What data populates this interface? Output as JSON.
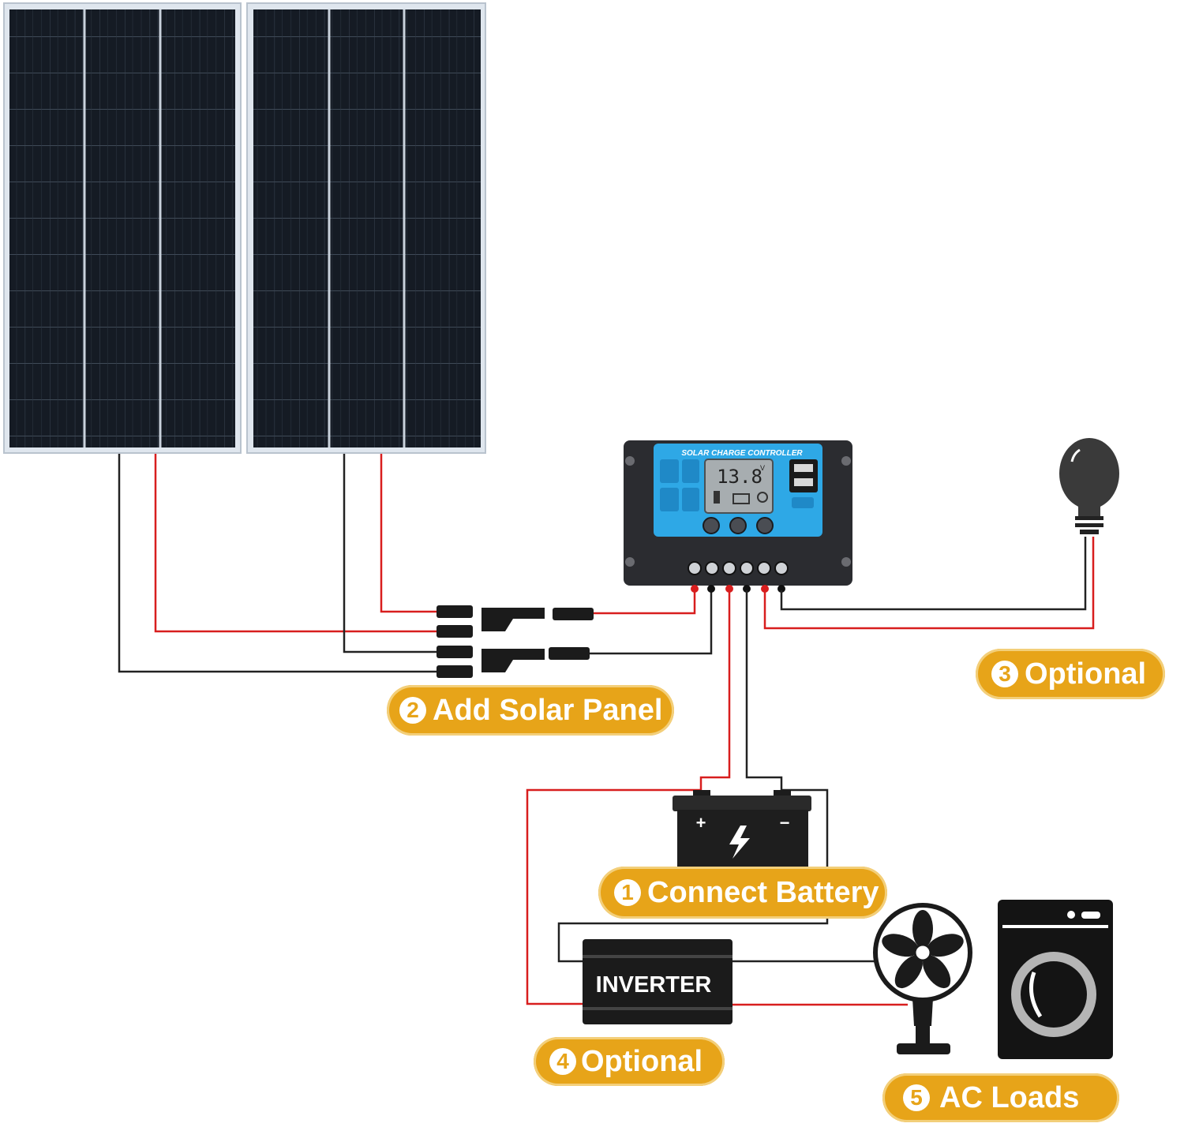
{
  "controller": {
    "title": "SOLAR CHARGE CONTROLLER",
    "display_value": "13.8",
    "display_unit": "V"
  },
  "inverter": {
    "label": "INVERTER"
  },
  "battery": {
    "plus": "+",
    "minus": "−"
  },
  "callouts": [
    {
      "number": "1",
      "text": "Connect Battery"
    },
    {
      "number": "2",
      "text": "Add Solar Panel"
    },
    {
      "number": "3",
      "text": "Optional"
    },
    {
      "number": "4",
      "text": "Optional"
    },
    {
      "number": "5",
      "text": "AC Loads"
    }
  ],
  "colors": {
    "callout": "#e7a419",
    "wire_positive": "#d81e1e",
    "wire_negative": "#222222",
    "controller_face": "#2ea8e6",
    "panel_cell": "#141a22"
  }
}
